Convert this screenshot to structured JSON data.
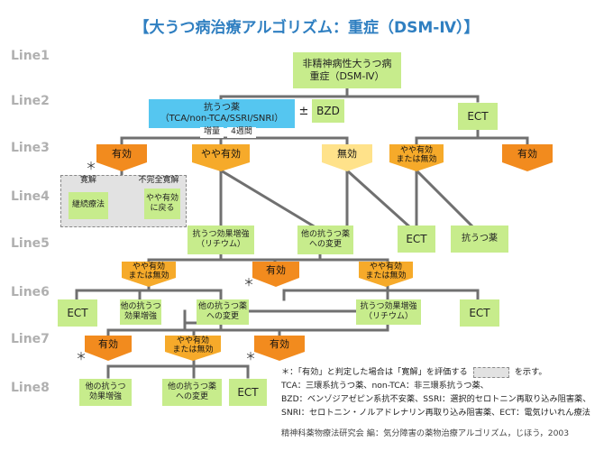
{
  "title": "【大うつ病治療アルゴリズム：重症（DSM-Ⅳ）】",
  "row_labels": [
    "Line1",
    "Line2",
    "Line3",
    "Line4",
    "Line5",
    "Line6",
    "Line7",
    "Line8"
  ],
  "start_box": {
    "line1": "非精神病性大うつ病",
    "line2": "重症（DSM-Ⅳ）"
  },
  "antidepressant_box": {
    "line1": "抗うつ薬",
    "line2": "（TCA/non-TCA/SSRI/SNRI）"
  },
  "plus_minus": "±",
  "bzd_box": "BZD",
  "ect_top": "ECT",
  "dose_label": {
    "increase": "増量",
    "weeks": "4週間"
  },
  "outcomes": {
    "effective": "有効",
    "somewhat": "やや有効",
    "ineffective": "無効",
    "somewhat_or_ineffective_1": "やや有効",
    "somewhat_or_ineffective_2": "または無効"
  },
  "line4_panel": {
    "remission": "寛解",
    "incomplete": "不完全寛解",
    "continue": "継続療法",
    "return_1": "やや有効",
    "return_2": "に戻る"
  },
  "line4_right": {
    "ect": "ECT",
    "antidep": "抗うつ薬"
  },
  "line5": {
    "augment_1": "抗うつ効果増強",
    "augment_2": "（リチウム）",
    "switch_1": "他の抗うつ薬",
    "switch_2": "への変更"
  },
  "line6": {
    "ect_left": "ECT",
    "augment_1": "他の抗うつ",
    "augment_2": "効果増強",
    "switch_1": "他の抗うつ薬",
    "switch_2": "への変更",
    "lithium_1": "抗うつ効果増強",
    "lithium_2": "（リチウム）",
    "ect_right": "ECT"
  },
  "line8": {
    "augment_1": "他の抗うつ",
    "augment_2": "効果増強",
    "switch_1": "他の抗うつ薬",
    "switch_2": "への変更",
    "ect": "ECT"
  },
  "star": "＊",
  "notes": {
    "star_note_pre": "＊：「有効」と判定した場合は「寛解」を評価する",
    "star_note_post": "を示す。",
    "abbr1": "TCA：三環系抗うつ薬、non-TCA：非三環系抗うつ薬、",
    "abbr2": "BZD：ベンゾジアゼピン系抗不安薬、SSRI：選択的セロトニン再取り込み阻害薬、",
    "abbr3": "SNRI：セロトニン・ノルアドレナリン再取り込み阻害薬、ECT：電気けいれん療法"
  },
  "credit": "精神科薬物療法研究会 編：気分障害の薬物治療アルゴリズム，じほう，2003",
  "colors": {
    "title": "#2f7fc1",
    "effective": "#f28b1e",
    "somewhat": "#f6aa2a",
    "ineffective": "#ffe28a",
    "green_box": "#c7ec8c",
    "blue_box": "#55c6f0",
    "connector": "#707070",
    "row_label": "#b0b0b0"
  }
}
